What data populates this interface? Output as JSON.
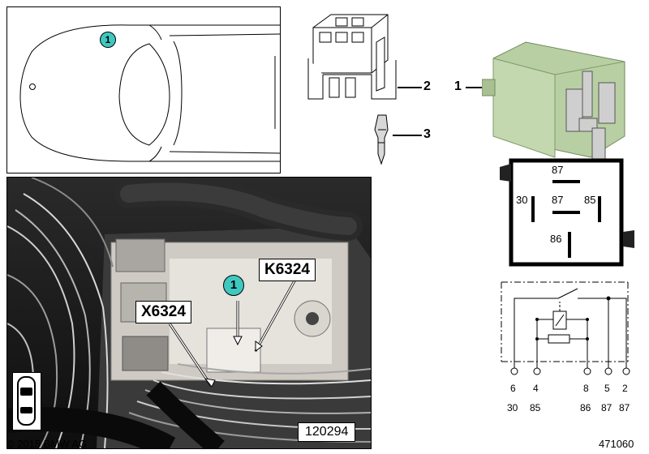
{
  "car_view": {
    "callout": "1"
  },
  "parts": [
    {
      "id": "part-1",
      "number": "1"
    },
    {
      "id": "part-2",
      "number": "2"
    },
    {
      "id": "part-3",
      "number": "3"
    }
  ],
  "photo": {
    "callout": "1",
    "label_k": "K6324",
    "label_x": "X6324",
    "image_number": "120294"
  },
  "relay_face": {
    "top": "87",
    "center": "87",
    "left": "30",
    "right": "85",
    "bottom": "86"
  },
  "schematic": {
    "pins": [
      "6",
      "4",
      "8",
      "5",
      "2"
    ],
    "terminals": [
      "30",
      "85",
      "86",
      "87",
      "87"
    ]
  },
  "footer": {
    "copyright": "© 2015 BMW AG",
    "diagram_number": "471060"
  }
}
